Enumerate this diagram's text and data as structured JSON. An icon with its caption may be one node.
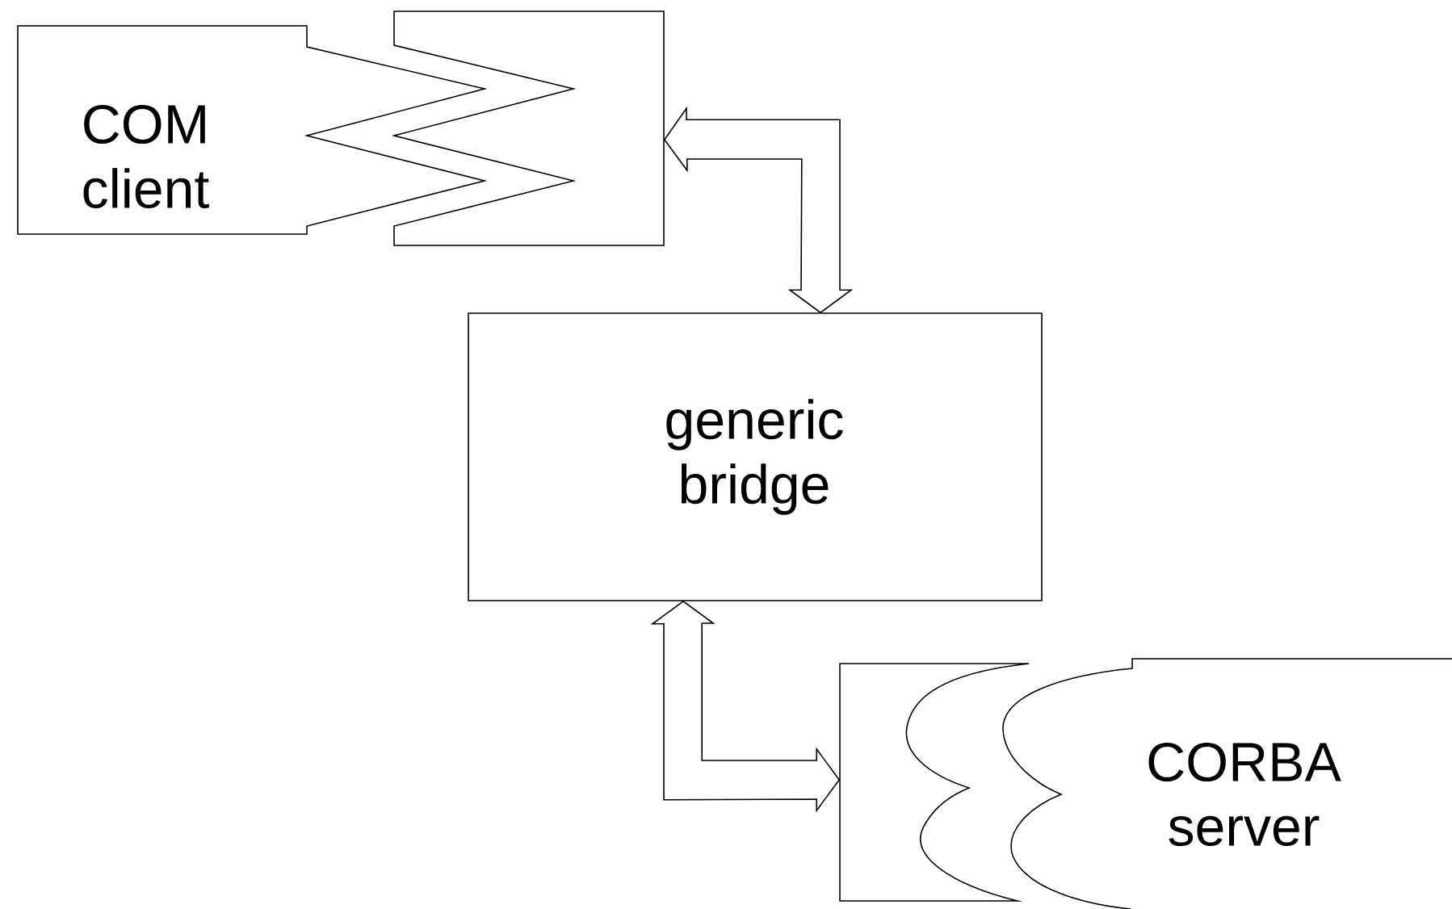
{
  "diagram": {
    "nodes": [
      {
        "text": [
          "COM client"
        ]
      },
      {
        "text": [],
        "shape": "box"
      },
      {
        "text": [
          "generic bridge"
        ]
      },
      {
        "text": [],
        "shape": "box"
      },
      {
        "text": [
          "CORBA server"
        ]
      }
    ],
    "edges": [
      {
        "from": 1,
        "to": 2,
        "arrow": "both"
      },
      {
        "from": 2,
        "to": 3,
        "arrow": "both"
      }
    ]
  }
}
